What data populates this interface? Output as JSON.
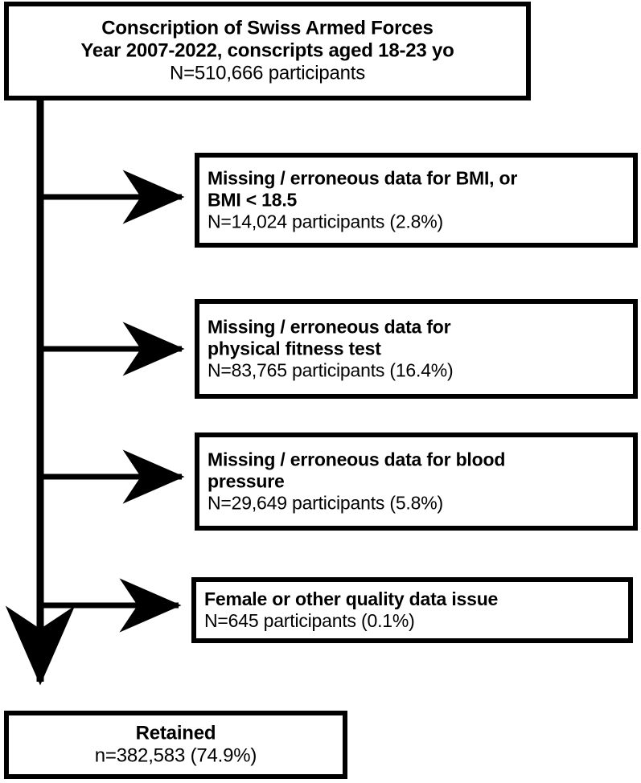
{
  "diagram": {
    "type": "participant-flow-chart",
    "title": "Conscription of Swiss Armed Forces participant flow",
    "stroke_color": "#000000",
    "background_color": "#ffffff",
    "source_box": {
      "line1": "Conscription of Swiss Armed Forces",
      "line2": "Year 2007-2022, conscripts aged 18-23 yo",
      "line3": "N=510,666 participants",
      "total_n": 510666,
      "year_range": "2007-2022",
      "age_range": "18-23 yo"
    },
    "exclusions": [
      {
        "reason_line1": "Missing / erroneous data for BMI, or",
        "reason_line2": "BMI < 18.5",
        "count_line": "N=14,024 participants (2.8%)",
        "n": 14024,
        "percent": "2.8%"
      },
      {
        "reason_line1": "Missing / erroneous data for",
        "reason_line2": "physical fitness test",
        "count_line": "N=83,765 participants (16.4%)",
        "n": 83765,
        "percent": "16.4%"
      },
      {
        "reason_line1": "Missing / erroneous data for blood",
        "reason_line2": "pressure",
        "count_line": "N=29,649 participants (5.8%)",
        "n": 29649,
        "percent": "5.8%"
      },
      {
        "reason_line1": "Female or other quality data issue",
        "reason_line2": "",
        "count_line": "N=645 participants (0.1%)",
        "n": 645,
        "percent": "0.1%"
      }
    ],
    "retained_box": {
      "label": "Retained",
      "count_line": "n=382,583 (74.9%)",
      "n": 382583,
      "percent": "74.9%"
    },
    "connectors": {
      "trunk_label": "main-vertical-flow-line",
      "branch_label": "exclusion-branch-arrow",
      "terminal_label": "retained-arrow"
    }
  }
}
